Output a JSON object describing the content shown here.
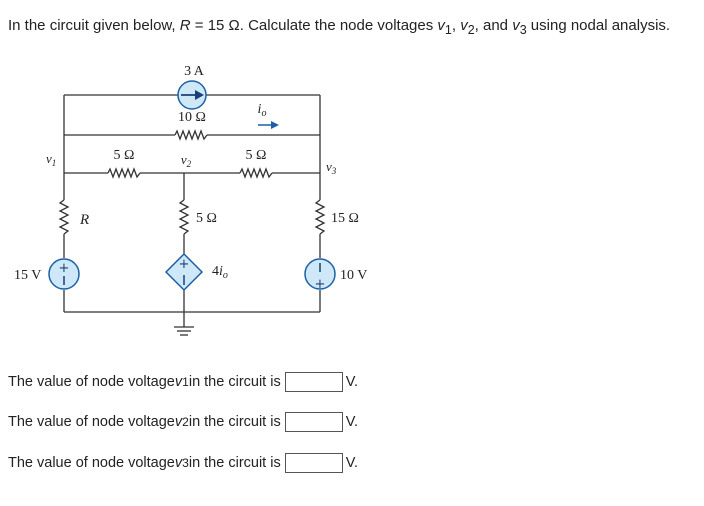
{
  "prompt": {
    "prefix": "In the circuit given below, ",
    "R_sym": "R",
    "eq": " = 15 Ω. Calculate the node voltages ",
    "v1": "v",
    "v1_sub": "1",
    "sep1": ", ",
    "v2": "v",
    "v2_sub": "2",
    "sep2": ", and ",
    "v3": "v",
    "v3_sub": "3",
    "suffix": " using nodal analysis."
  },
  "circuit": {
    "current_source": "3 A",
    "r_top": "10 Ω",
    "io_label": "i",
    "io_sub": "o",
    "node1": "v",
    "node1_sub": "1",
    "node2": "v",
    "node2_sub": "2",
    "node3": "v",
    "node3_sub": "3",
    "r_left": "5 Ω",
    "r_right": "5 Ω",
    "r_R": "R",
    "r_mid": "5 Ω",
    "r_15": "15 Ω",
    "src_15v": "15 V",
    "dep_src": "4",
    "dep_src_var": "i",
    "dep_src_sub": "o",
    "src_10v": "10 V"
  },
  "questions": [
    {
      "pre": "The value of node voltage ",
      "var": "v",
      "sub": "1",
      "post": " in the circuit is",
      "unit": "V."
    },
    {
      "pre": "The value of node voltage ",
      "var": "v",
      "sub": "2",
      "post": " in the circuit is",
      "unit": "V."
    },
    {
      "pre": "The value of node voltage ",
      "var": "v",
      "sub": "3",
      "post": " in the circuit is",
      "unit": "V."
    }
  ]
}
